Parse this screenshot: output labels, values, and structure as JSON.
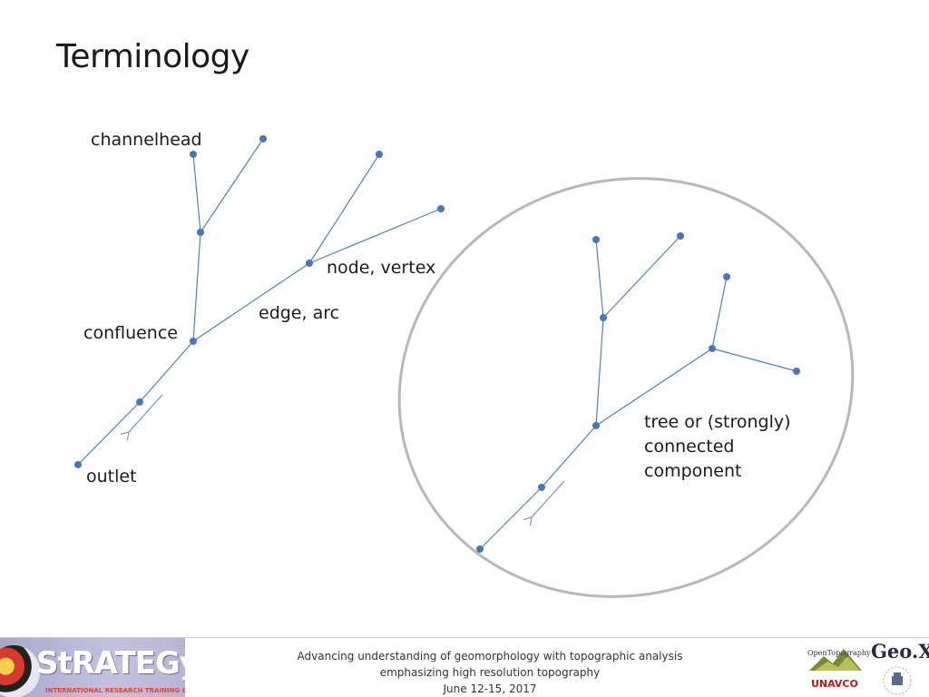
{
  "title": "Terminology",
  "labels": {
    "channelhead": "channelhead",
    "node_vertex": "node, vertex",
    "edge_arc": "edge, arc",
    "confluence": "confluence",
    "outlet": "outlet",
    "tree_line1": "tree or (strongly)",
    "tree_line2": "connected",
    "tree_line3": "component"
  },
  "footer": {
    "line1": "Advancing understanding of geomorphology with topographic analysis",
    "line2": "emphasizing high resolution topography",
    "line3": "June 12-15, 2017"
  },
  "logos": {
    "left_wordmark": "StRATEGy",
    "left_subtitle": "INTERNATIONAL RESEARCH TRAINING GROUP",
    "opentopography": "OpenTopography",
    "unavco": "UNAVCO",
    "geox": "Geo.X"
  },
  "colors": {
    "edge": "#4f81bd",
    "node": "#4a76b3",
    "ellipse": "#b8b8b8"
  }
}
